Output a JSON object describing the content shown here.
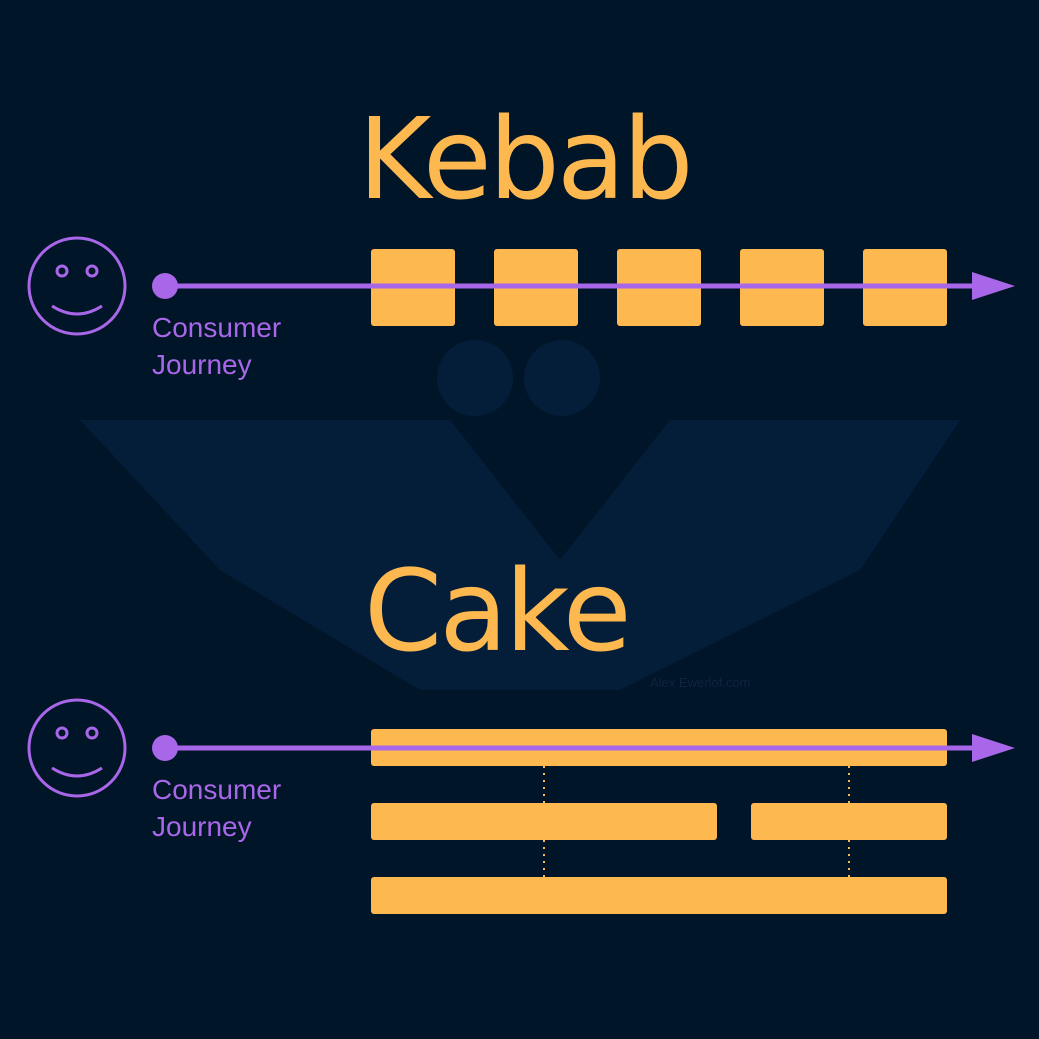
{
  "colors": {
    "background": "#011528",
    "accent_orange": "#FDB94F",
    "accent_purple": "#A866E8",
    "watermark": "#0f2440"
  },
  "kebab": {
    "title": "Kebab",
    "journey_label_line1": "Consumer",
    "journey_label_line2": "Journey",
    "icon": "smiley-face-icon",
    "block_count": 5
  },
  "cake": {
    "title": "Cake",
    "journey_label_line1": "Consumer",
    "journey_label_line2": "Journey",
    "icon": "smiley-face-icon",
    "layer_count": 3
  },
  "watermark": "Alex Ewerlof.com"
}
